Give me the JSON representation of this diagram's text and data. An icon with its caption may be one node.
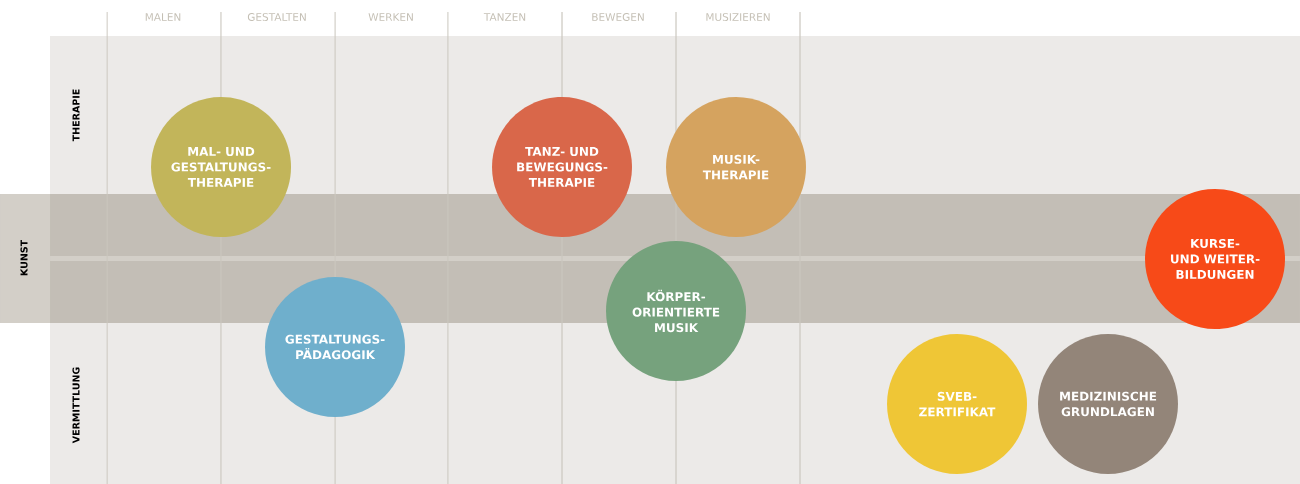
{
  "diagram": {
    "nodes": [
      {
        "text": [
          "MAL- UND GESTALTUNGS- THERAPIE"
        ]
      },
      {
        "text": [
          "TANZ- UND BEWEGUNGS- THERAPIE"
        ]
      },
      {
        "text": [
          "MUSIK- THERAPIE"
        ]
      },
      {
        "text": [
          "KÖRPER- ORIENTIERTE MUSIK"
        ]
      },
      {
        "text": [
          "GESTALTUNGS- PÄDAGOGIK"
        ]
      },
      {
        "text": [
          "KURSE- UND WEITER- BILDUNGEN"
        ]
      },
      {
        "text": [
          "SVEB- ZERTIFIKAT"
        ]
      },
      {
        "text": [
          "MEDIZINISCHE GRUNDLAGEN"
        ]
      }
    ],
    "labels": [
      "MALEN",
      "GESTALTEN",
      "WERKEN",
      "TANZEN",
      "BEWEGEN",
      "MUSIZIEREN",
      "THERAPIE",
      "KUNST",
      "VERMITTLUNG"
    ]
  }
}
